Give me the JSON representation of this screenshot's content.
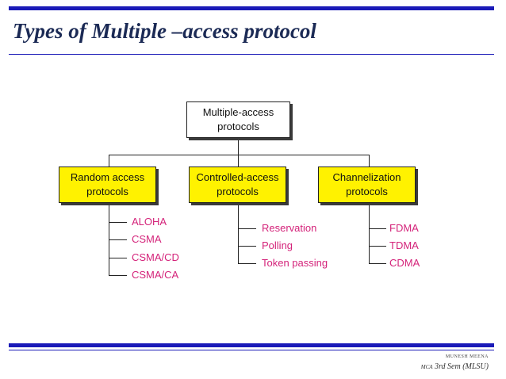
{
  "slide": {
    "title": "Types of Multiple –access protocol",
    "footer_author": "MUNESH  MEENA",
    "footer_prefix": "MCA",
    "footer_course": "3rd Sem (MLSU)"
  },
  "diagram": {
    "root": {
      "line1": "Multiple-access",
      "line2": "protocols"
    },
    "categories": [
      {
        "line1": "Random access",
        "line2": "protocols",
        "items": [
          "ALOHA",
          "CSMA",
          "CSMA/CD",
          "CSMA/CA"
        ]
      },
      {
        "line1": "Controlled-access",
        "line2": "protocols",
        "items": [
          "Reservation",
          "Polling",
          "Token passing"
        ]
      },
      {
        "line1": "Channelization",
        "line2": "protocols",
        "items": [
          "FDMA",
          "TDMA",
          "CDMA"
        ]
      }
    ]
  },
  "colors": {
    "accent_bar": "#1a1ab8",
    "category_fill": "#fff200",
    "leaf_text": "#d4237a",
    "title_text": "#1b2a55"
  }
}
